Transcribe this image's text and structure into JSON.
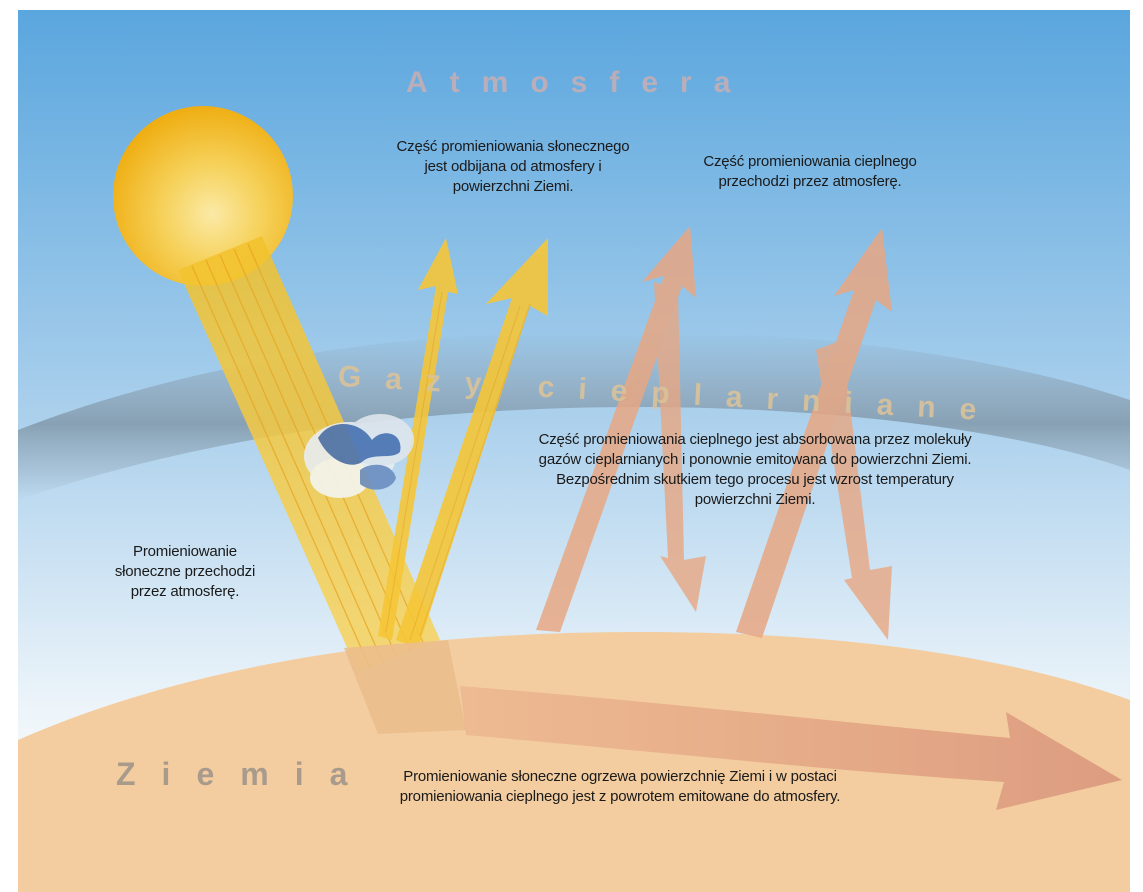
{
  "titles": {
    "atmosphere": "Atmosfera",
    "greenhouse_gases": "Gazy cieplarniane",
    "earth": "Ziemia"
  },
  "labels": {
    "reflected": "Część promieniowania słonecznego jest odbijana od atmosfery i powierzchni Ziemi.",
    "heat_passes": "Część promieniowania cieplnego przechodzi przez atmosferę.",
    "absorbed": "Część promieniowania cieplnego jest absorbowana przez molekuły gazów cieplarnianych i ponownie emitowana do powierzchni Ziemi. Bezpośrednim skutkiem tego procesu jest wzrost temperatury powierzchni Ziemi.",
    "solar_passes": "Promieniowanie słoneczne przechodzi przez atmosferę.",
    "warms": "Promieniowanie słoneczne ogrzewa powierzchnię Ziemi i w postaci promieniowania cieplnego jest z powrotem emitowane do atmosfery."
  },
  "colors": {
    "sky_top": "#5aa6de",
    "sky_bottom": "#f4f8fb",
    "ground": "#f3cda0",
    "sun": "#f2b618",
    "solar_beam": "#f5c638",
    "heat_arrow": "#e7a783",
    "gas_band": "#7d8d9b"
  }
}
